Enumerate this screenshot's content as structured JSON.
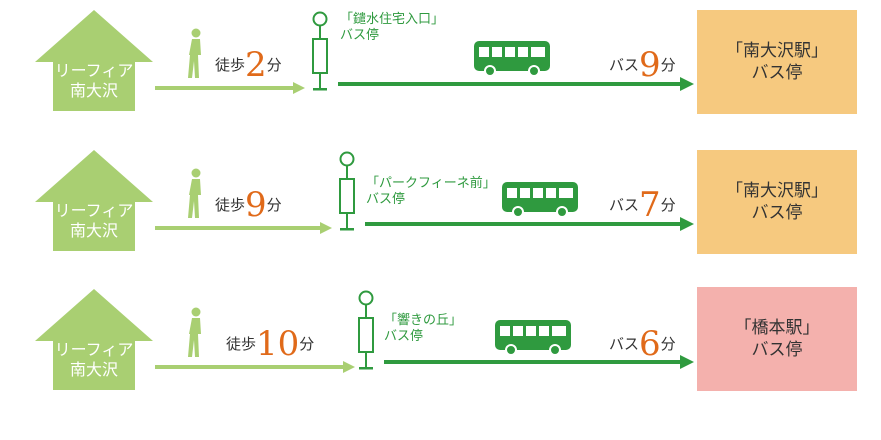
{
  "colors": {
    "house": "#a9cf72",
    "walk_arrow": "#a9cf72",
    "bus_arrow": "#2f9a3f",
    "number": "#e06a1a",
    "dest_orange": "#f6c97f",
    "dest_pink": "#f4b1ad"
  },
  "routes": [
    {
      "home": "リーフィア\n南大沢",
      "walk_label": "徒歩",
      "walk_minutes": "2",
      "minute_unit": "分",
      "stop": "「鑓水住宅入口」\nバス停",
      "bus_label": "バス",
      "bus_minutes": "9",
      "bus_unit": "分",
      "destination": "「南大沢駅」\nバス停",
      "dest_color": "#f6c97f"
    },
    {
      "home": "リーフィア\n南大沢",
      "walk_label": "徒歩",
      "walk_minutes": "9",
      "minute_unit": "分",
      "stop": "「パークフィーネ前」\nバス停",
      "bus_label": "バス",
      "bus_minutes": "7",
      "bus_unit": "分",
      "destination": "「南大沢駅」\nバス停",
      "dest_color": "#f6c97f"
    },
    {
      "home": "リーフィア\n南大沢",
      "walk_label": "徒歩",
      "walk_minutes": "10",
      "minute_unit": "分",
      "stop": "「響きの丘」\nバス停",
      "bus_label": "バス",
      "bus_minutes": "6",
      "bus_unit": "分",
      "destination": "「橋本駅」\nバス停",
      "dest_color": "#f4b1ad"
    }
  ]
}
